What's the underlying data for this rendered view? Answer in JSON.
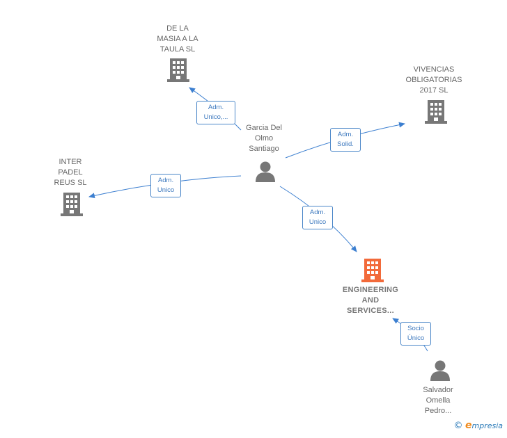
{
  "nodes": {
    "masia": {
      "label": "DE LA\nMASIA A LA\nTAULA  SL",
      "icon": "building-icon",
      "color": "#777777"
    },
    "vivencias": {
      "label": "VIVENCIAS\nOBLIGATORIAS\n2017  SL",
      "icon": "building-icon",
      "color": "#777777"
    },
    "garcia": {
      "label": "Garcia Del\nOlmo\nSantiago",
      "icon": "person-icon",
      "color": "#777777"
    },
    "inter": {
      "label": "INTER\nPADEL\nREUS  SL",
      "icon": "building-icon",
      "color": "#777777"
    },
    "engineering": {
      "label": "ENGINEERING\nAND\nSERVICES...",
      "icon": "building-icon",
      "color": "#f26a3a"
    },
    "salvador": {
      "label": "Salvador\nOmella\nPedro...",
      "icon": "person-icon",
      "color": "#777777"
    }
  },
  "edges": {
    "masia": {
      "label": "Adm.\nUnico,..."
    },
    "vivencias": {
      "label": "Adm.\nSolid."
    },
    "inter": {
      "label": "Adm.\nUnico"
    },
    "engineering": {
      "label": "Adm.\nUnico"
    },
    "salvador": {
      "label": "Socio\nÚnico"
    }
  },
  "colors": {
    "edge": "#3c7fd0",
    "accent": "#f26a3a",
    "icon_gray": "#777777"
  },
  "brand": {
    "copyright": "©",
    "first_letter": "e",
    "rest": "mpresia"
  }
}
